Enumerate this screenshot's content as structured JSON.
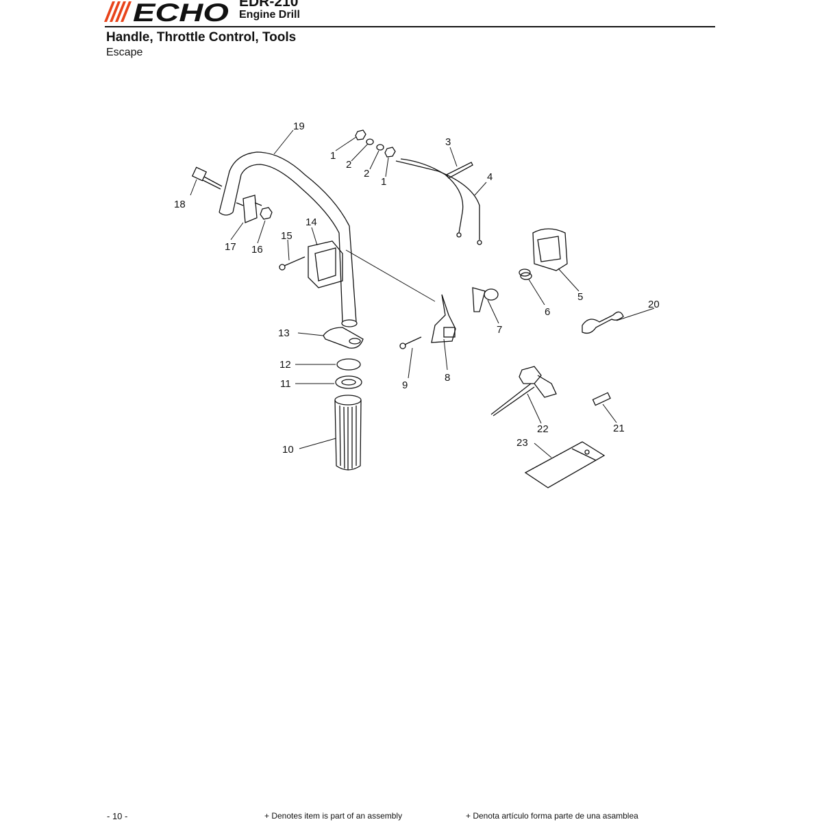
{
  "header": {
    "logo_text": "ECHO",
    "model": "EDR-210",
    "product": "Engine Drill"
  },
  "page_title": "Handle, Throttle Control, Tools",
  "section_name": "Escape",
  "callouts": {
    "c1a": "1",
    "c1b": "1",
    "c2a": "2",
    "c2b": "2",
    "c3": "3",
    "c4": "4",
    "c5": "5",
    "c6": "6",
    "c7": "7",
    "c8": "8",
    "c9": "9",
    "c10": "10",
    "c11": "11",
    "c12": "12",
    "c13": "13",
    "c14": "14",
    "c15": "15",
    "c16": "16",
    "c17": "17",
    "c18": "18",
    "c19": "19",
    "c20": "20",
    "c21": "21",
    "c22": "22",
    "c23": "23"
  },
  "footer": {
    "page_number": "- 10 -",
    "note_en": "+ Denotes item is part of an assembly",
    "note_es": "+ Denota artículo forma parte de una asamblea"
  }
}
